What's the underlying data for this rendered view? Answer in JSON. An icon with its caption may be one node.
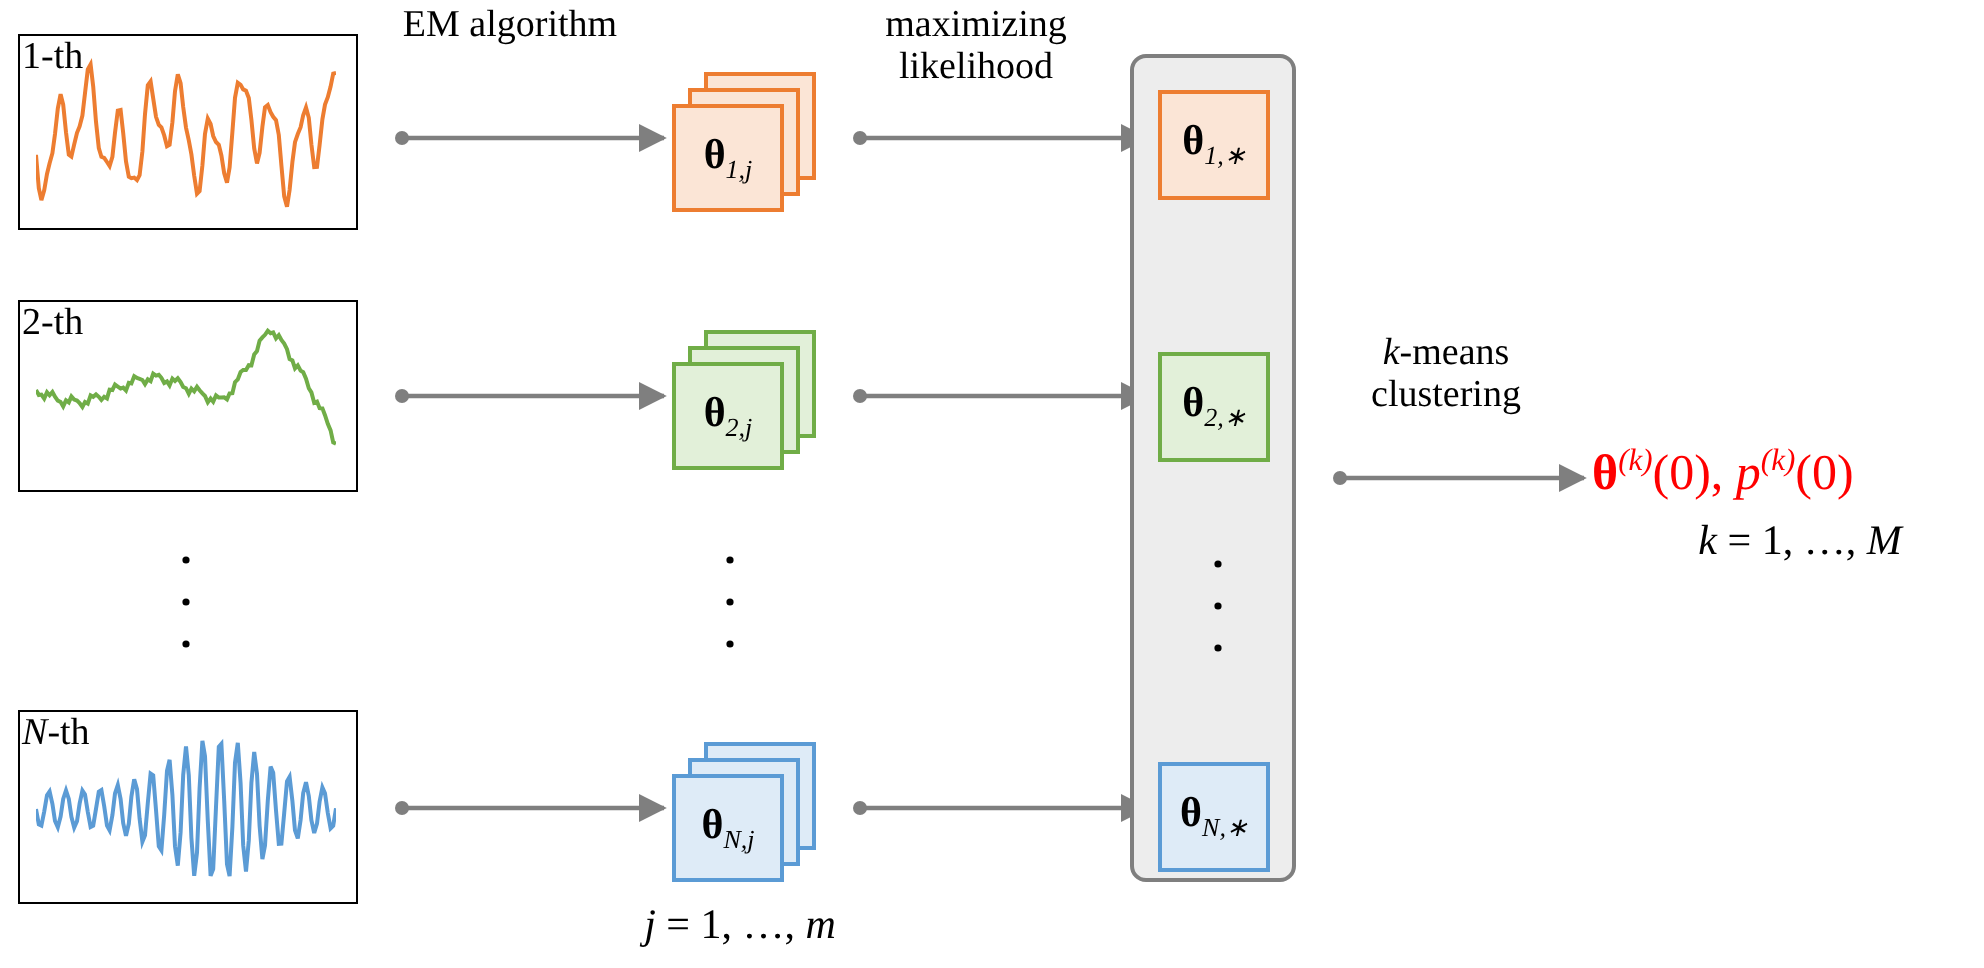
{
  "diagram": {
    "nodes": [
      {
        "text": [
          "1-th"
        ]
      },
      {
        "text": [
          "2-th"
        ]
      },
      {
        "text": [
          "*N*-th"
        ]
      },
      {
        "text": [
          "**θ**$_{1,j}$"
        ]
      },
      {
        "text": [
          "**θ**$_{2,j}$"
        ]
      },
      {
        "text": [
          "**θ**$_{N,j}$"
        ],
        "beside": [
          "*j* = 1, …, *m*"
        ]
      },
      {
        "text": [],
        "shape": "box"
      },
      {
        "text": [
          "**θ**$_{1,∗}$"
        ],
        "in": 6
      },
      {
        "text": [
          "**θ**$_{2,∗}$"
        ],
        "in": 6
      },
      {
        "text": [
          "**θ**$_{N,∗}$"
        ],
        "in": 6
      },
      {
        "text": [
          "**θ**$^{(k)}$(0), *p*$^{(k)}$(0)"
        ],
        "beside": [
          "*k* = 1, …, *M*"
        ]
      }
    ],
    "edges": [
      {
        "from": 0,
        "to": 3,
        "arrow": "to",
        "label": "EM algorithm"
      },
      {
        "from": 1,
        "to": 4,
        "arrow": "to"
      },
      {
        "from": 2,
        "to": 5,
        "arrow": "to"
      },
      {
        "from": 3,
        "to": 7,
        "arrow": "to",
        "label": "maximizing likelihood"
      },
      {
        "from": 4,
        "to": 8,
        "arrow": "to"
      },
      {
        "from": 5,
        "to": 9,
        "arrow": "to"
      },
      {
        "from": 6,
        "to": 10,
        "arrow": "to",
        "label": "*k*-means clustering"
      }
    ]
  }
}
